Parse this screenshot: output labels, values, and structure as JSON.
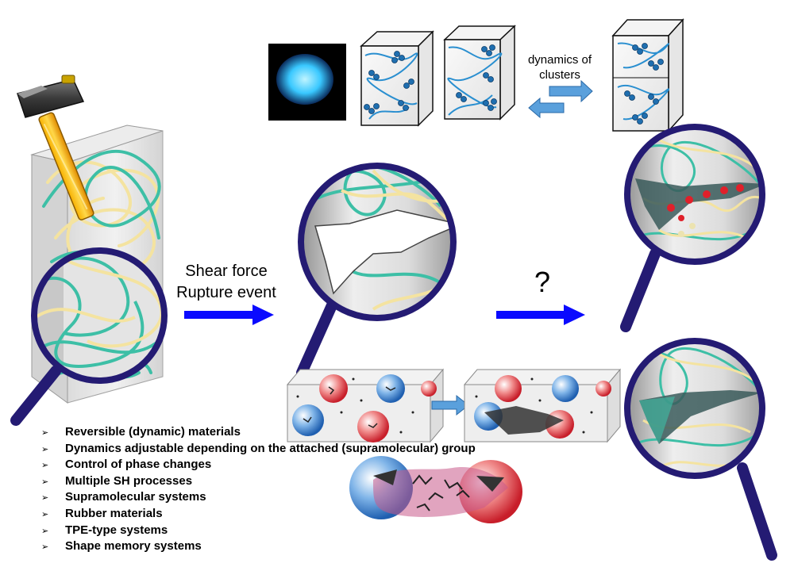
{
  "labels": {
    "clusters_line1": "dynamics of",
    "clusters_line2": "clusters",
    "shear_line1": "Shear force",
    "shear_line2": "Rupture event",
    "question": "?"
  },
  "features": [
    "Reversible (dynamic) materials",
    "Dynamics adjustable depending on the attached (supramolecular) group",
    "Control of phase changes",
    "Multiple SH processes",
    "Supramolecular systems",
    "Rubber materials",
    "TPE-type systems",
    "Shape memory systems"
  ],
  "colors": {
    "teal_chain": "#3dbfa6",
    "yellow_chain": "#f4e3a0",
    "lens_rim": "#241b73",
    "arrow_blue": "#0a0aff",
    "cluster_blue": "#2a8fd0",
    "bead_blue": "#1f6fb0",
    "red_bead": "#e0202a",
    "glow": "#39c8ff"
  },
  "icons": {
    "bullet": "arrowhead-bullet-icon",
    "hammer": "hammer-icon",
    "magnifier": "magnifying-glass-icon"
  }
}
